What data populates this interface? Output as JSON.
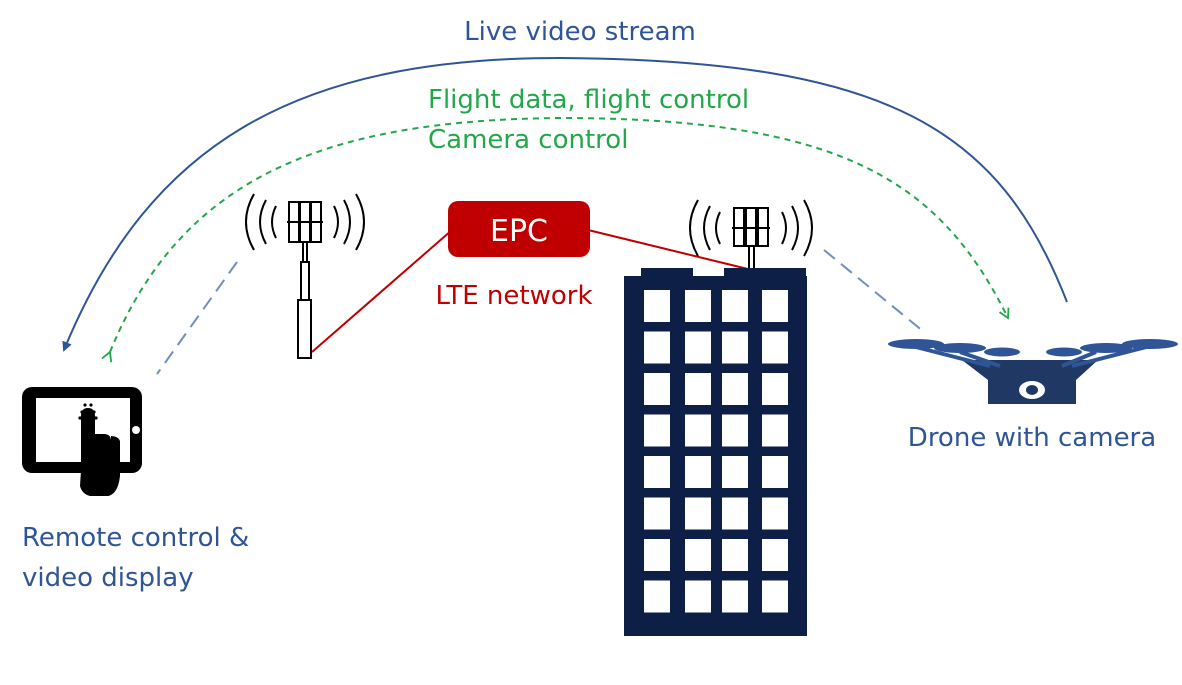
{
  "links": {
    "video_stream": "Live video stream",
    "flight_data": "Flight data, flight control",
    "camera_control": "Camera control"
  },
  "epc": {
    "label": "EPC"
  },
  "lte": {
    "label": "LTE network"
  },
  "remote": {
    "line1": "Remote control &",
    "line2": "video display"
  },
  "drone": {
    "label": "Drone with camera"
  },
  "colors": {
    "navy": "#1F3864",
    "blue": "#2F5597",
    "green": "#22A84A",
    "red": "#C00000",
    "building": "#0E1F47"
  }
}
